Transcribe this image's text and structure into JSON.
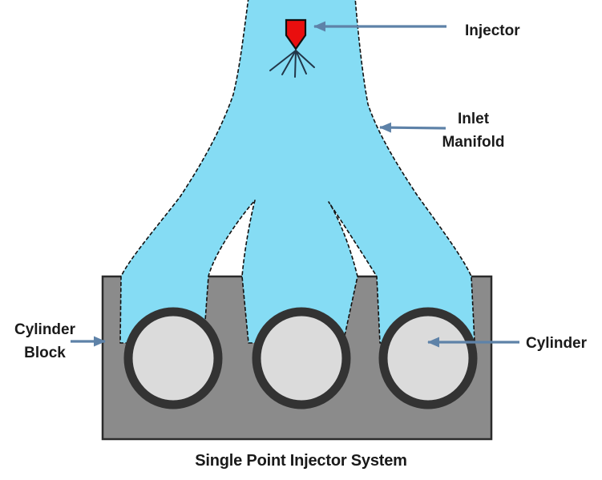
{
  "diagram": {
    "title": "Single Point Injector System",
    "labels": {
      "injector": "Injector",
      "inlet_manifold_line1": "Inlet",
      "inlet_manifold_line2": "Manifold",
      "cylinder_block_line1": "Cylinder",
      "cylinder_block_line2": "Block",
      "cylinder": "Cylinder"
    },
    "colors": {
      "manifold_fill": "#85DCF4",
      "block_fill": "#8B8B8B",
      "block_outline": "#2B2B2B",
      "cylinder_ring": "#333333",
      "cylinder_bore": "#DBDBDB",
      "injector_fill": "#E90E0E",
      "spray": "#223649",
      "arrow": "#5E82A8",
      "outline": "#111111",
      "text": "#1A1A1A"
    },
    "cylinder_count": 3
  }
}
